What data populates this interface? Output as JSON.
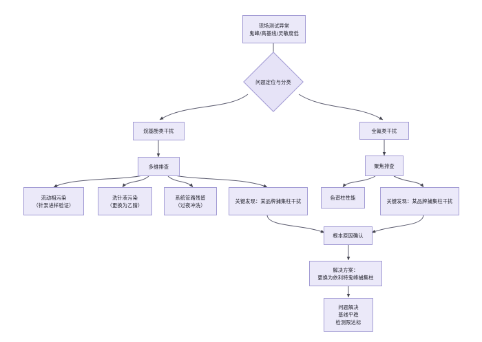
{
  "diagram": {
    "type": "flowchart",
    "title_node": "start",
    "theme": {
      "node_fill": "#ebe9f9",
      "node_border": "#a29bd4",
      "edge_color": "#5a5a6e",
      "text_color": "#20202a",
      "background": "#ffffff"
    },
    "nodes": [
      {
        "id": "start",
        "shape": "rect",
        "label": "现场测试异常\n鬼峰/高基线/灵敏度低"
      },
      {
        "id": "classify",
        "shape": "diamond",
        "label": "问题定位与分类"
      },
      {
        "id": "alkyl",
        "shape": "rect",
        "label": "烷基酚类干扰"
      },
      {
        "id": "pfas",
        "shape": "rect",
        "label": "全氟类干扰"
      },
      {
        "id": "multi",
        "shape": "rect",
        "label": "多维排查"
      },
      {
        "id": "focus",
        "shape": "rect",
        "label": "聚焦排查"
      },
      {
        "id": "mobile",
        "shape": "rect",
        "label": "流动相污染\n（针泵进样验证）"
      },
      {
        "id": "wash",
        "shape": "rect",
        "label": "洗针液污染\n（更换为乙腈）"
      },
      {
        "id": "tubing",
        "shape": "rect",
        "label": "系统管路残留\n（过夜冲洗）"
      },
      {
        "id": "keyleft",
        "shape": "rect",
        "label": "关键发现：某品牌捕集柱干扰"
      },
      {
        "id": "column",
        "shape": "rect",
        "label": "色谱柱性能"
      },
      {
        "id": "keyright",
        "shape": "rect",
        "label": "关键发现：某品牌捕集柱干扰"
      },
      {
        "id": "rootcause",
        "shape": "rect",
        "label": "根本原因确认"
      },
      {
        "id": "solution",
        "shape": "rect",
        "label": "解决方案：\n更换为依利特鬼峰捕集柱"
      },
      {
        "id": "resolved",
        "shape": "rect",
        "label": "问题解决\n基线平稳\n检测限达标"
      }
    ],
    "edges": [
      {
        "from": "start",
        "to": "classify"
      },
      {
        "from": "classify",
        "to": "alkyl"
      },
      {
        "from": "classify",
        "to": "pfas"
      },
      {
        "from": "alkyl",
        "to": "multi"
      },
      {
        "from": "pfas",
        "to": "focus"
      },
      {
        "from": "multi",
        "to": "mobile"
      },
      {
        "from": "multi",
        "to": "wash"
      },
      {
        "from": "multi",
        "to": "tubing"
      },
      {
        "from": "multi",
        "to": "keyleft"
      },
      {
        "from": "focus",
        "to": "column"
      },
      {
        "from": "focus",
        "to": "keyright"
      },
      {
        "from": "keyleft",
        "to": "rootcause"
      },
      {
        "from": "keyright",
        "to": "rootcause"
      },
      {
        "from": "rootcause",
        "to": "solution"
      },
      {
        "from": "solution",
        "to": "resolved"
      }
    ]
  }
}
